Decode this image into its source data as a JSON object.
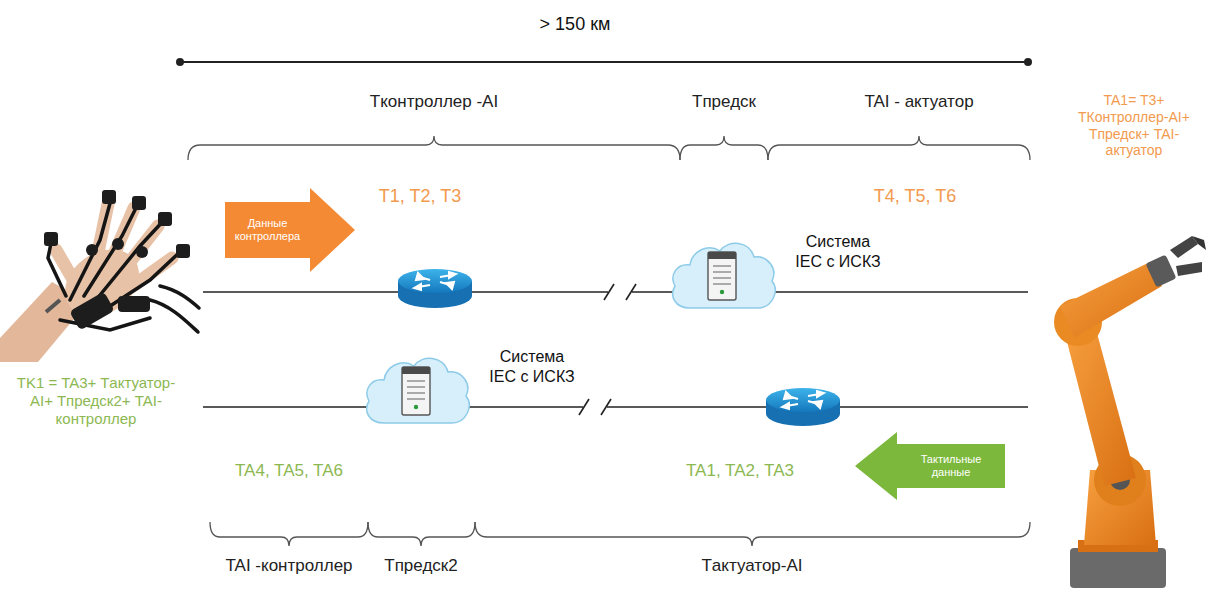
{
  "diagram": {
    "nodes": [
      {
        "text": [
          "Данные контроллера"
        ]
      },
      {
        "text": [
          "Система IEC с ИСКЗ"
        ]
      },
      {
        "text": [
          "Система IEC с ИСКЗ"
        ]
      },
      {
        "text": [
          "Тактильные данные"
        ]
      }
    ],
    "labels": [
      "> 150 км",
      "Tконтроллер -AI",
      "Tпредск",
      "TAI - актуатор",
      "TA1= T3+ TКонтроллер-AI+ Tпредск+ TAI-актуатор",
      "T1, T2, T3",
      "T4, T5, T6",
      "TK1 = TA3+ Tактуатор-AI+ Tпредск2+ TAI-контроллер",
      "TA4, TA5, TA6",
      "TA1, TA2, TA3",
      "TAI -контроллер",
      "Tпредск2",
      "Tактуатор-AI"
    ]
  }
}
